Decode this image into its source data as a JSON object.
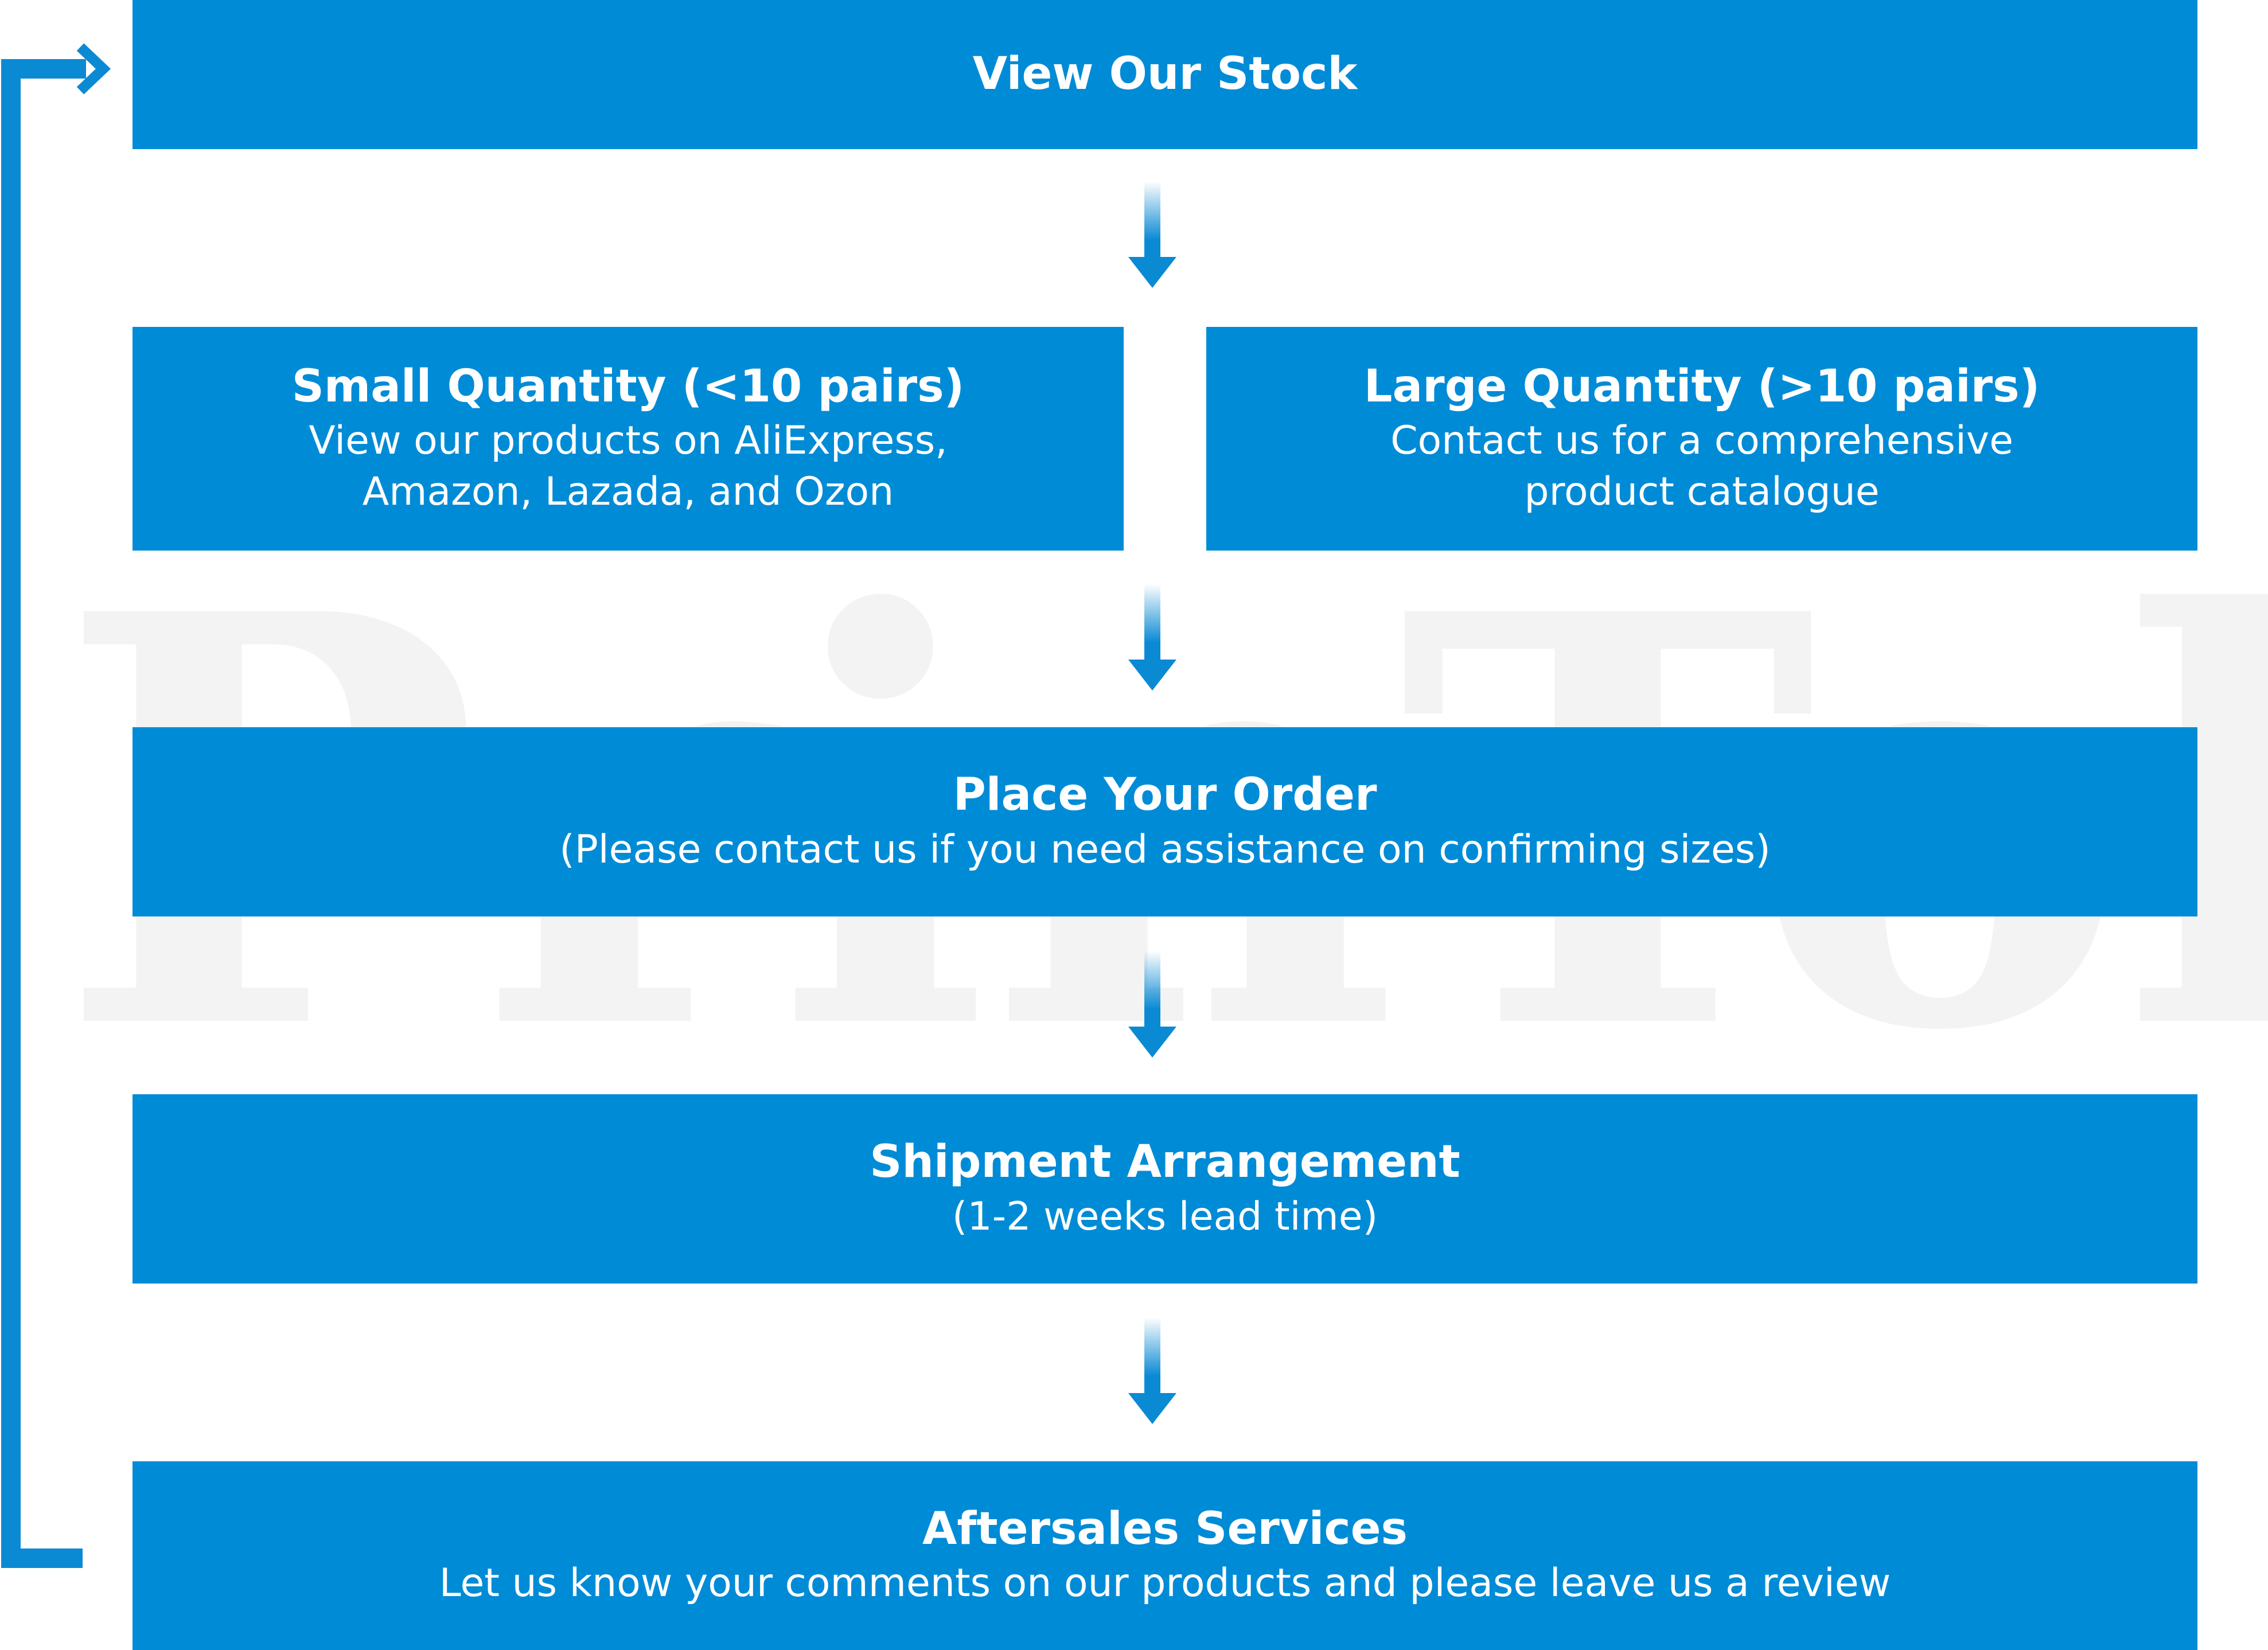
{
  "colors": {
    "box_fill": "#008bd7",
    "box_text": "#ffffff",
    "arrow": "#0b8ad4",
    "watermark": "#eeeeee"
  },
  "watermark": {
    "text": "PrinTobard®"
  },
  "steps": {
    "view_stock": {
      "title": "View Our Stock"
    },
    "small_quantity": {
      "title": "Small Quantity (<10 pairs)",
      "description": "View our products on AliExpress,\nAmazon, Lazada, and Ozon"
    },
    "large_quantity": {
      "title": "Large Quantity (>10 pairs)",
      "description": "Contact us for a comprehensive\nproduct catalogue"
    },
    "place_order": {
      "title": "Place Your Order",
      "description": "(Please contact us if you need assistance on confirming sizes)"
    },
    "shipment": {
      "title": "Shipment Arrangement",
      "description": "(1-2 weeks lead time)"
    },
    "aftersales": {
      "title": "Aftersales Services",
      "description": "Let us know your comments on our products and please leave us a review"
    }
  }
}
